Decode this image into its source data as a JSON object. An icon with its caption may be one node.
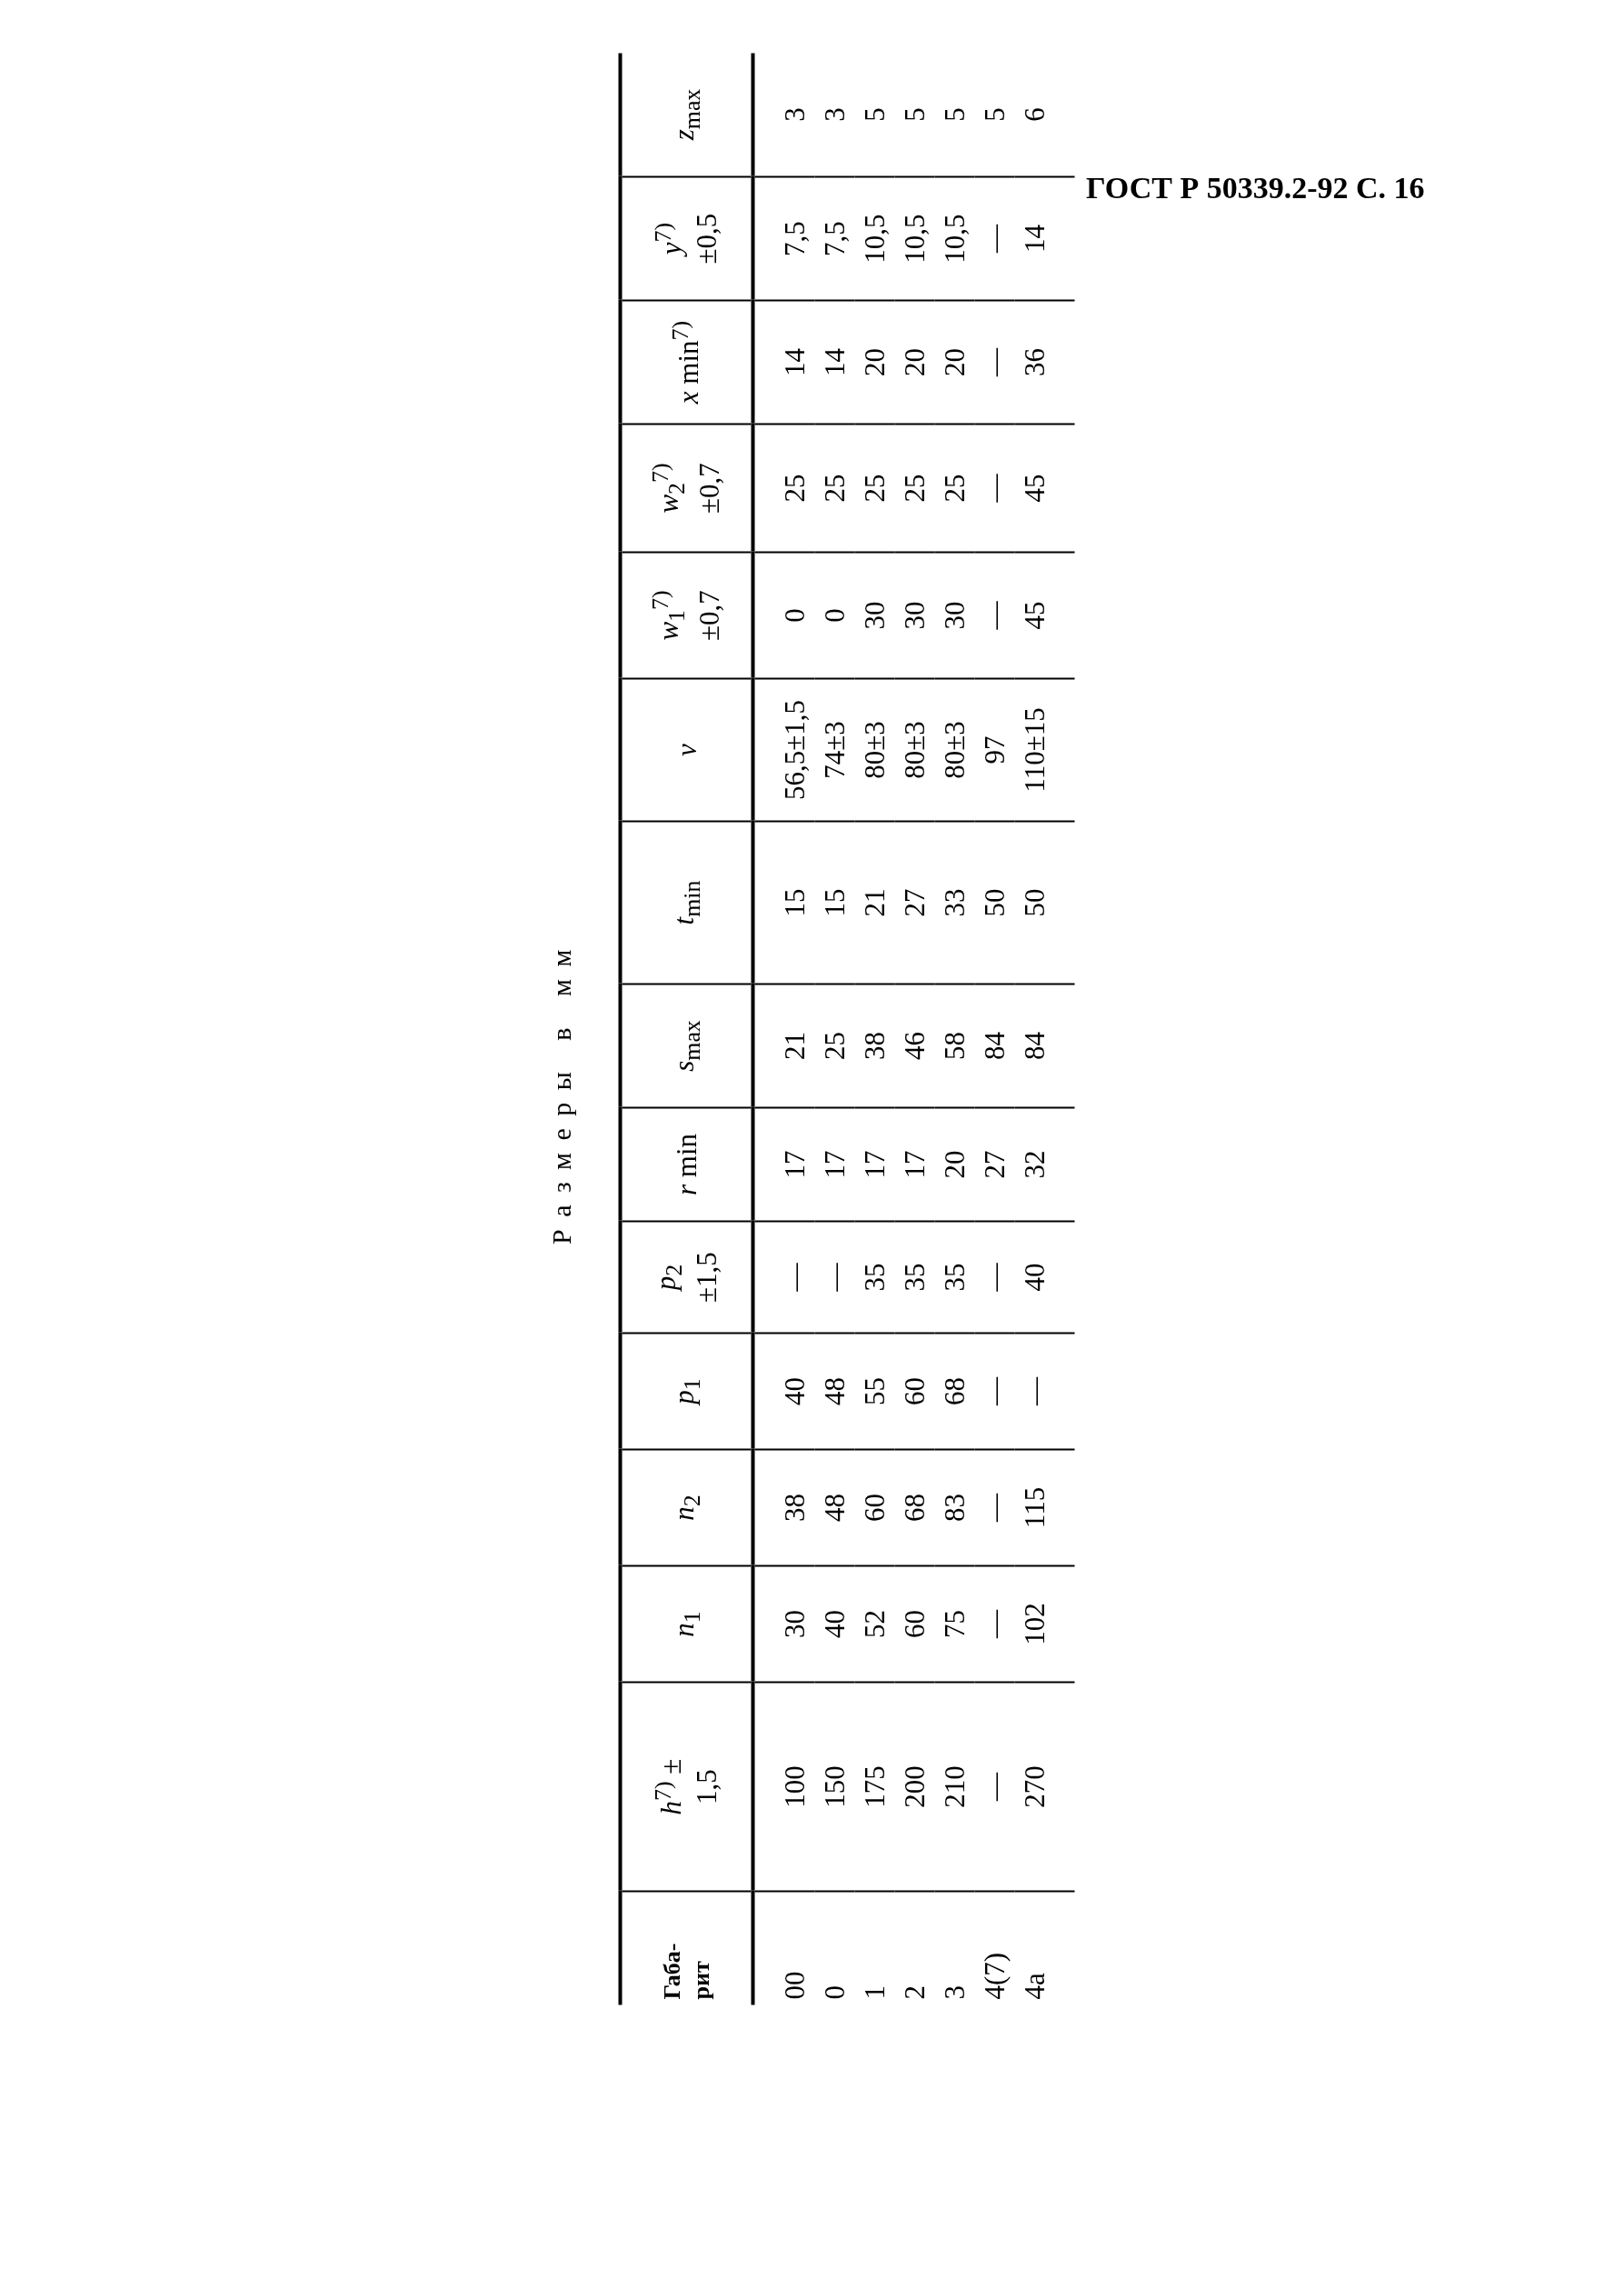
{
  "diagram": {
    "labels": [
      "ГОСТ Р 50339.2-92 С. 16",
      "Размеры в мм",
      "Габа-рит",
      "*h*$^{7)}$ ± 1,5",
      "*n*$_{1}$",
      "*n*$_{2}$",
      "*p*$_{1}$",
      "*p*$_{2}$ ±1,5",
      "*r* min",
      "*s*$_{max}$",
      "*t*$_{min}$",
      "*v*",
      "*w*$_{1}$$^{7)}$ ±0,7",
      "*w*$_{2}$$^{7)}$ ±0,7",
      "*x* min$^{7)}$",
      "*y*$^{7)}$ ±0,5",
      "*z*$_{max}$",
      "00",
      "100",
      "30",
      "38",
      "40",
      "—",
      "17",
      "21",
      "15",
      "56,5±1,5",
      "0",
      "25",
      "14",
      "7,5",
      "3",
      "0",
      "150",
      "40",
      "48",
      "48",
      "—",
      "17",
      "25",
      "15",
      "74±3",
      "0",
      "25",
      "14",
      "7,5",
      "3",
      "1",
      "175",
      "52",
      "60",
      "55",
      "35",
      "17",
      "38",
      "21",
      "80±3",
      "30",
      "25",
      "20",
      "10,5",
      "5",
      "2",
      "200",
      "60",
      "68",
      "60",
      "35",
      "17",
      "46",
      "27",
      "80±3",
      "30",
      "25",
      "20",
      "10,5",
      "5",
      "3",
      "210",
      "75",
      "83",
      "68",
      "35",
      "20",
      "58",
      "33",
      "80±3",
      "30",
      "25",
      "20",
      "10,5",
      "5",
      "4(7)",
      "—",
      "—",
      "—",
      "—",
      "—",
      "27",
      "84",
      "50",
      "97",
      "—",
      "—",
      "—",
      "—",
      "5",
      "4а",
      "270",
      "102",
      "115",
      "—",
      "40",
      "32",
      "84",
      "50",
      "110±15",
      "45",
      "45",
      "36",
      "14",
      "6"
    ]
  }
}
